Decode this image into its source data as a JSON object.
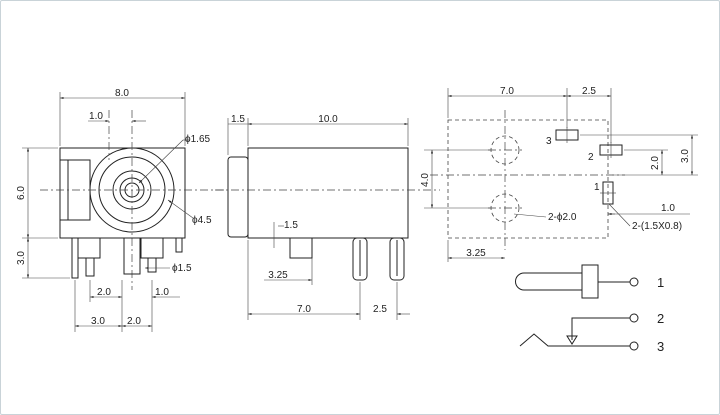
{
  "front_view": {
    "width": "8.0",
    "offset_top": "1.0",
    "height": "6.0",
    "pin_len": "3.0",
    "dia_outer": "ϕ1.65",
    "dia_inner": "ϕ4.5",
    "pin_dia": "ϕ1.5",
    "pin_spacing_a": "2.0",
    "pin_spacing_b": "1.0",
    "bottom_a": "3.0",
    "bottom_b": "2.0"
  },
  "side_view": {
    "flange": "1.5",
    "length": "10.0",
    "pin_w": "1.5",
    "pin_off": "3.25",
    "pin_pos": "7.0",
    "pin_gap": "2.5"
  },
  "footprint": {
    "span_a": "7.0",
    "span_b": "2.5",
    "height": "4.0",
    "right_a": "3.0",
    "right_b": "2.0",
    "right_c": "1.0",
    "bottom": "3.25",
    "holes": "2-ϕ2.0",
    "slots": "2-(1.5X0.8)",
    "pad_1": "1",
    "pad_2": "2",
    "pad_3": "3"
  },
  "schematic": {
    "pin_1": "1",
    "pin_2": "2",
    "pin_3": "3"
  }
}
